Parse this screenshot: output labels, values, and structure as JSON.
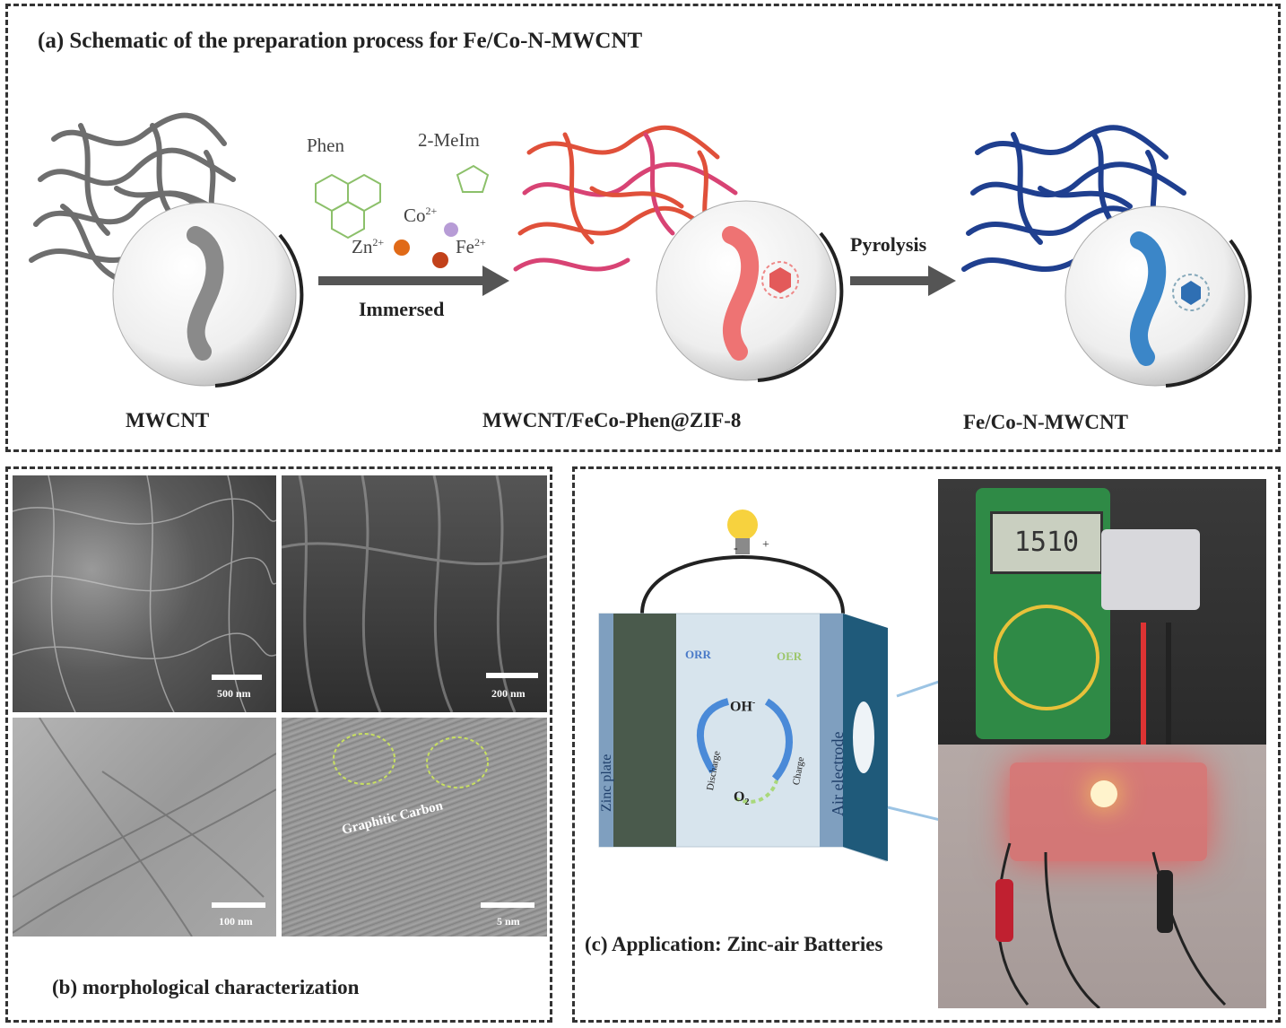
{
  "panel_a": {
    "title": "(a) Schematic of the preparation process for Fe/Co-N-MWCNT",
    "reagents": {
      "phen": "Phen",
      "meim": "2-MeIm",
      "co": "Co",
      "co_sup": "2+",
      "zn": "Zn",
      "zn_sup": "2+",
      "fe": "Fe",
      "fe_sup": "2+"
    },
    "step1_label": "Immersed",
    "step2_label": "Pyrolysis",
    "labels": [
      "MWCNT",
      "MWCNT/FeCo-Phen@ZIF-8",
      "Fe/Co-N-MWCNT"
    ],
    "colors": {
      "stage1": "#6e6e6e",
      "stage2": "#e0503a",
      "stage3": "#1f3f8f",
      "arrow": "#555555"
    }
  },
  "panel_b": {
    "caption": "(b) morphological characterization",
    "images": [
      {
        "name": "sem-low-mag",
        "scale": "500 nm"
      },
      {
        "name": "sem-high-mag",
        "scale": "200 nm"
      },
      {
        "name": "tem-low-mag",
        "scale": "100 nm"
      },
      {
        "name": "hrtem",
        "scale": "5 nm",
        "annotation": "Graphitic Carbon"
      }
    ]
  },
  "panel_c": {
    "caption": "(c) Application: Zinc-air Batteries",
    "battery": {
      "zinc_plate": "Zinc plate",
      "air_electrode": "Air electrode",
      "orr": "ORR",
      "oer": "OER",
      "oh": "OH",
      "oh_sup": "-",
      "o2": "O",
      "o2_sub": "2",
      "discharge": "Discharge",
      "charge": "Charge",
      "minus": "-",
      "plus": "+"
    },
    "multimeter_reading": "1510"
  }
}
